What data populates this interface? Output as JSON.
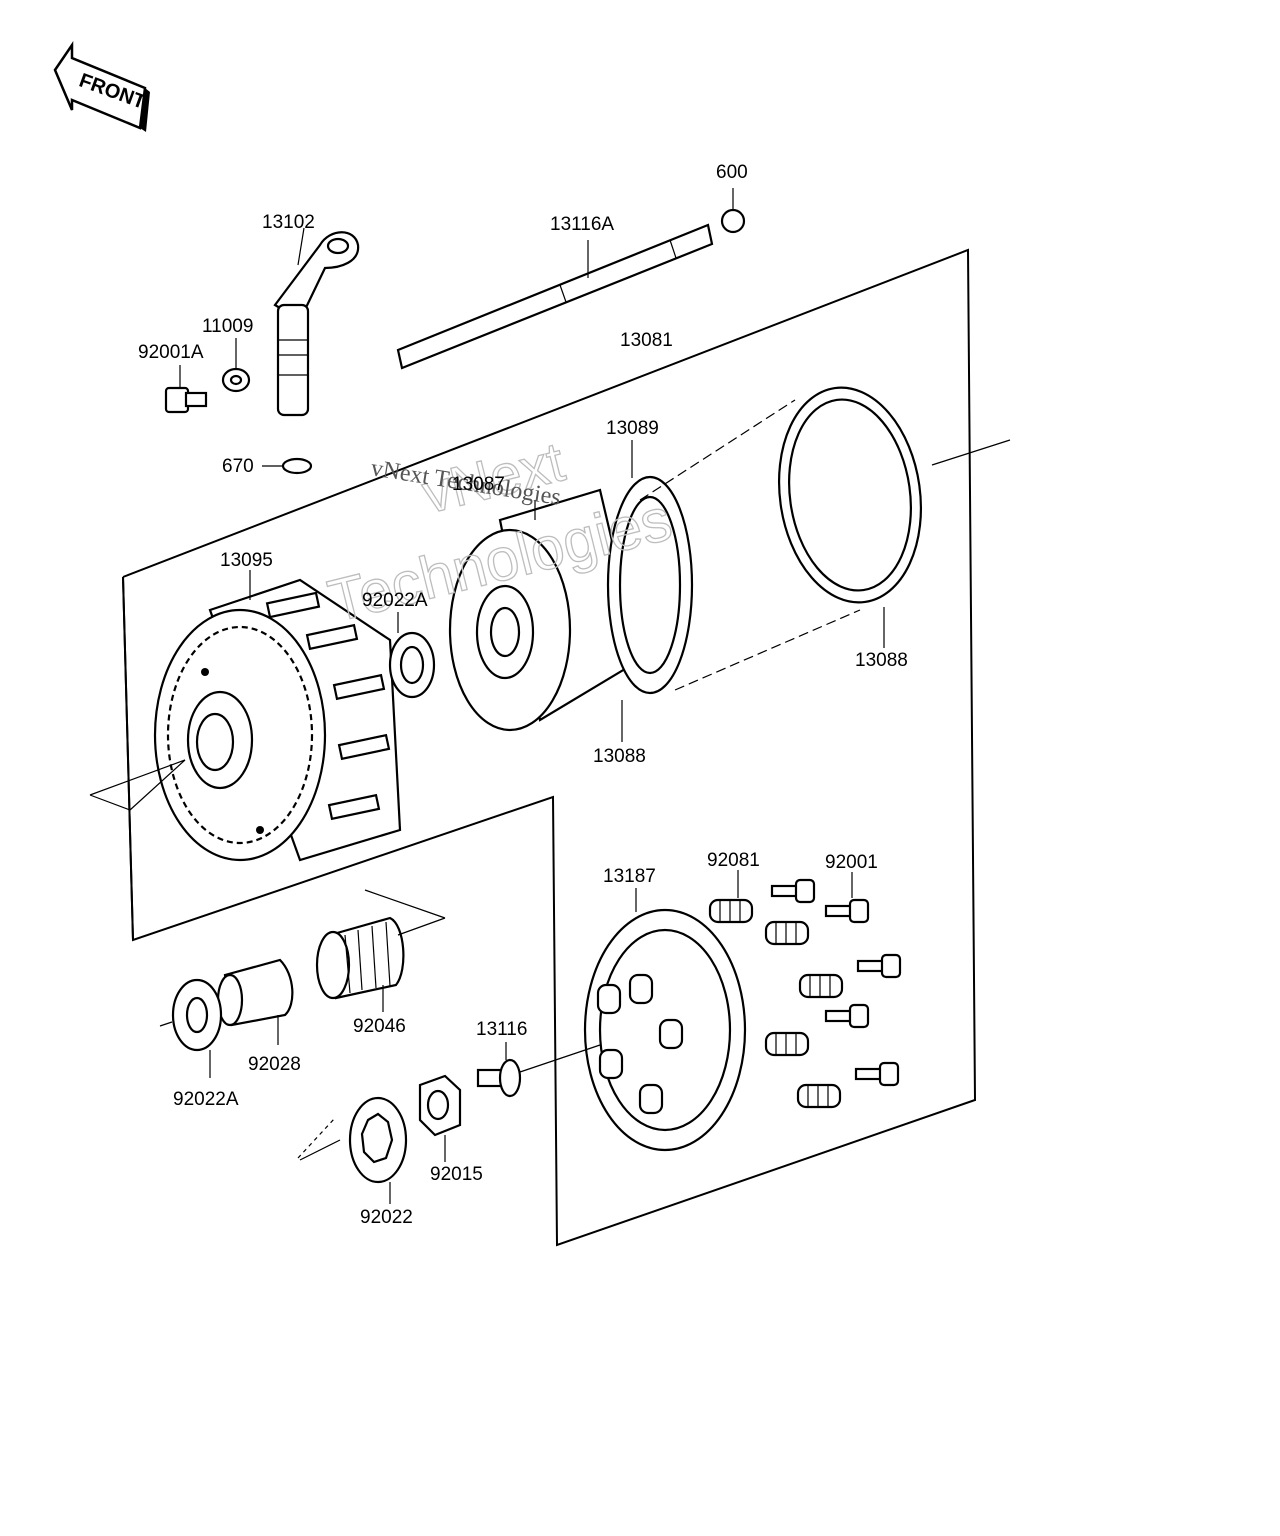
{
  "diagram": {
    "front_label": "FRONT",
    "part_labels": {
      "p600": "600",
      "p13102": "13102",
      "p13116A": "13116A",
      "p11009": "11009",
      "p92001A": "92001A",
      "p13081": "13081",
      "p670": "670",
      "p13089": "13089",
      "p13087": "13087",
      "p13095": "13095",
      "p92022A_top": "92022A",
      "p13088_right": "13088",
      "p13088_bottom": "13088",
      "p92081": "92081",
      "p92001": "92001",
      "p13187": "13187",
      "p92046": "92046",
      "p92028": "92028",
      "p92022A_bottom": "92022A",
      "p13116": "13116",
      "p92015": "92015",
      "p92022": "92022"
    },
    "watermark": {
      "line1": "vNext",
      "line2": "Technologies",
      "inline": "vNext Technologies"
    },
    "colors": {
      "ink": "#000000",
      "watermark": "#bdbdbd"
    }
  }
}
